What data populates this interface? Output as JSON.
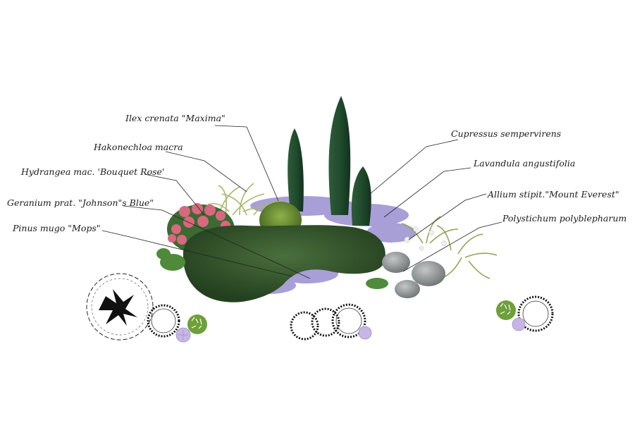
{
  "labels": {
    "ilex": "Ilex crenata \"Maxima\"",
    "hakonechloa": "Hakonechloa macra",
    "hydrangea": "Hydrangea mac. 'Bouquet Rose'",
    "geranium": "Geranium prat. \"Johnson\"s Blue\"",
    "pinus": "Pinus mugo \"Mops\"",
    "cupressus": "Cupressus sempervirens",
    "lavandula": "Lavandula angustifolia",
    "allium": "Allium stipit.\"Mount Everest\"",
    "polystichum": "Polystichum polyblepharum"
  },
  "colors": {
    "cypress": "#1f4a2c",
    "shrub": "#2c4f28",
    "hydrangea": "#d8687e",
    "lavender": "#9a8fcf",
    "grass": "#a7b86a",
    "stone": "#8d9091",
    "symbol_green": "#6ea03a",
    "symbol_lilac": "#c7b6e3"
  },
  "icons": [
    "tree-plan-symbol",
    "shrub-plan-symbol",
    "grass-plan-symbol",
    "perennial-plan-symbol"
  ]
}
